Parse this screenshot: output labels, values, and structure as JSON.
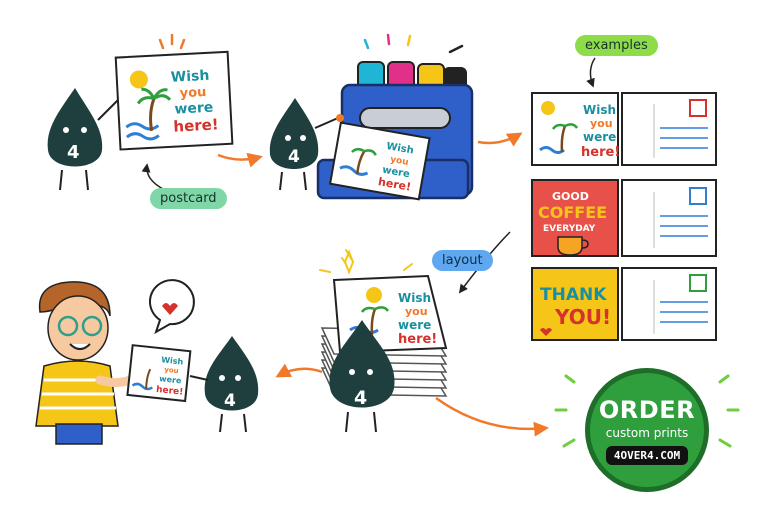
{
  "labels": {
    "postcard": "postcard",
    "examples": "examples",
    "layout": "layout"
  },
  "mascot_number": "4",
  "postcard_text": {
    "line1": "Wish",
    "line2": "you",
    "line3": "were",
    "line4": "here!"
  },
  "example_cards": {
    "coffee": {
      "line1": "GOOD",
      "line2": "COFFEE",
      "line3": "EVERYDAY"
    },
    "thanks": {
      "line1": "THANK",
      "line2": "YOU!"
    }
  },
  "order": {
    "title": "ORDER",
    "subtitle": "custom prints",
    "url": "4OVER4.COM"
  },
  "colors": {
    "mascot": "#1f3f3f",
    "printer": "#2f5fc8",
    "arrow": "#f07a2a",
    "ink_cyan": "#1fb6d6",
    "ink_magenta": "#e0308a",
    "ink_yellow": "#f5c518",
    "ink_black": "#222222",
    "order_green": "#2f9e3c"
  }
}
